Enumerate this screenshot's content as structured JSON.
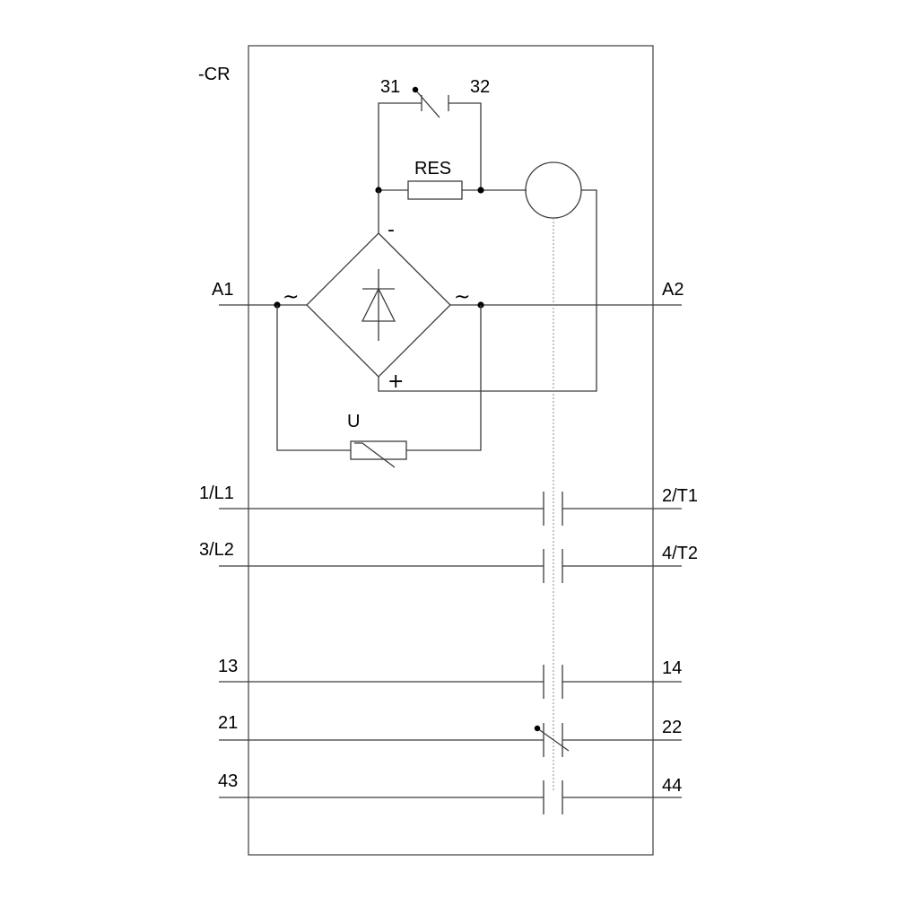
{
  "device_tag": "-CR",
  "coil_circuit": {
    "aux_contact": {
      "left_terminal": "31",
      "right_terminal": "32"
    },
    "resistor": {
      "label": "RES"
    },
    "varistor": {
      "label": "U"
    },
    "bridge": {
      "minus": "-",
      "plus": "+",
      "ac_left": "~",
      "ac_right": "~"
    },
    "coil_terminals": {
      "left": "A1",
      "right": "A2"
    }
  },
  "main_contacts": [
    {
      "left": "1/L1",
      "right": "2/T1"
    },
    {
      "left": "3/L2",
      "right": "4/T2"
    }
  ],
  "aux_contacts": [
    {
      "left": "13",
      "right": "14",
      "type": "NO"
    },
    {
      "left": "21",
      "right": "22",
      "type": "NC"
    },
    {
      "left": "43",
      "right": "44",
      "type": "NO"
    }
  ]
}
